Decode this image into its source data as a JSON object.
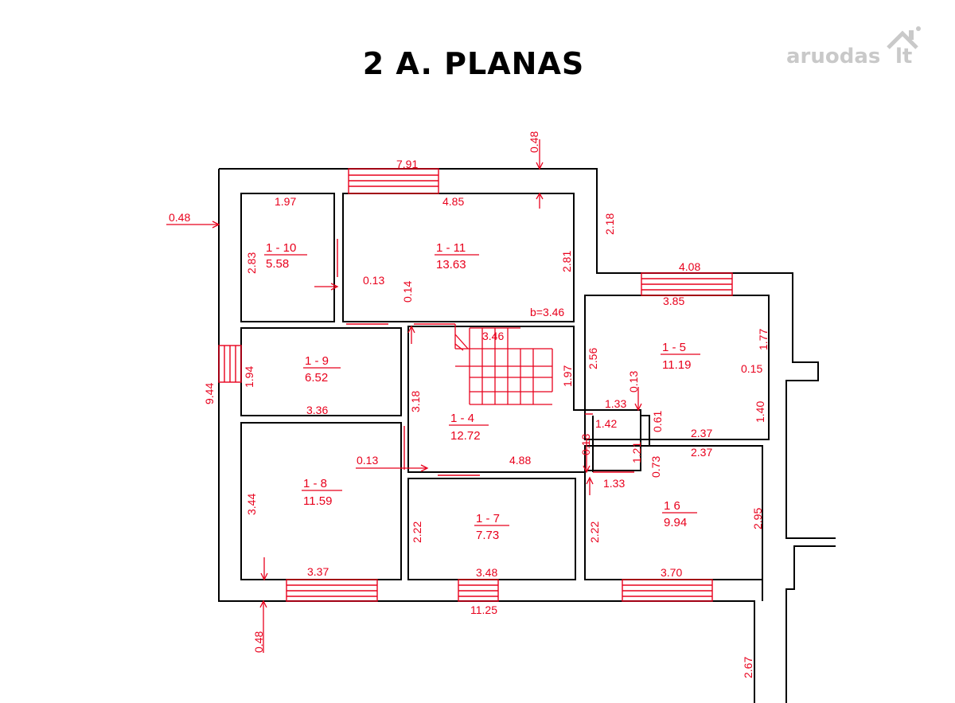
{
  "title": "2 A. PLANAS",
  "watermark": {
    "text": "aruodas",
    "suffix": "lt"
  },
  "colors": {
    "walls": "#000000",
    "annotations": "#e8001c",
    "watermark": "#c9c9c9"
  },
  "rooms": [
    {
      "id": "1 - 10",
      "area": "5.58"
    },
    {
      "id": "1 - 11",
      "area": "13.63"
    },
    {
      "id": "1 - 9",
      "area": "6.52"
    },
    {
      "id": "1 - 4",
      "area": "12.72"
    },
    {
      "id": "1 - 5",
      "area": "11.19"
    },
    {
      "id": "1 - 8",
      "area": "11.59"
    },
    {
      "id": "1 - 7",
      "area": "7.73"
    },
    {
      "id": "1   6",
      "area": "9.94"
    }
  ],
  "dimensions": [
    "7.91",
    "0.48",
    "1.97",
    "4.85",
    "2.18",
    "0.48",
    "2.83",
    "2.81",
    "0.13",
    "0.14",
    "b=3.46",
    "4.08",
    "3.85",
    "1.77",
    "2.56",
    "0.15",
    "3.46",
    "1.94",
    "9.44",
    "1.97",
    "3.36",
    "3.18",
    "0.13",
    "1.33",
    "1.40",
    "1.42",
    "0.61",
    "2.37",
    "0.13",
    "1.21",
    "0.73",
    "2.37",
    "0.13",
    "4.88",
    "1.33",
    "3.44",
    "2.22",
    "2.22",
    "2.95",
    "3.37",
    "3.48",
    "3.70",
    "11.25",
    "0.48",
    "2.67"
  ]
}
